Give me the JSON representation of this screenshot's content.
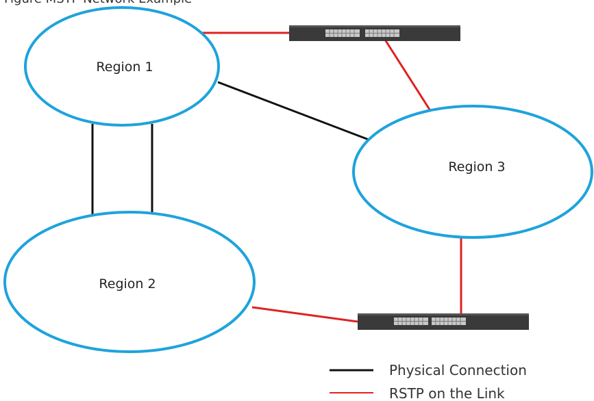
{
  "caption": "Figure  MSTP Network Example",
  "regions": [
    {
      "id": "region-1",
      "label": "Region 1"
    },
    {
      "id": "region-2",
      "label": "Region 2"
    },
    {
      "id": "region-3",
      "label": "Region 3"
    }
  ],
  "devices": [
    {
      "id": "switch-top",
      "type": "switch-icon"
    },
    {
      "id": "switch-bottom",
      "type": "switch-icon"
    }
  ],
  "links": [
    {
      "from": "region-1",
      "to": "region-2",
      "kind": "physical"
    },
    {
      "from": "region-1",
      "to": "region-2",
      "kind": "physical"
    },
    {
      "from": "region-1",
      "to": "region-3",
      "kind": "physical"
    },
    {
      "from": "region-1",
      "to": "switch-top",
      "kind": "rstp"
    },
    {
      "from": "switch-top",
      "to": "region-3",
      "kind": "rstp"
    },
    {
      "from": "region-2",
      "to": "switch-bottom",
      "kind": "rstp"
    },
    {
      "from": "region-3",
      "to": "switch-bottom",
      "kind": "rstp"
    }
  ],
  "legend": {
    "physical": "Physical Connection",
    "rstp": "RSTP on the Link"
  },
  "colors": {
    "region_outline": "#1ea3dc",
    "physical_link": "#111111",
    "rstp_link": "#e02020",
    "switch_body": "#3a3a3a",
    "switch_ports": "#c8c8c8"
  }
}
